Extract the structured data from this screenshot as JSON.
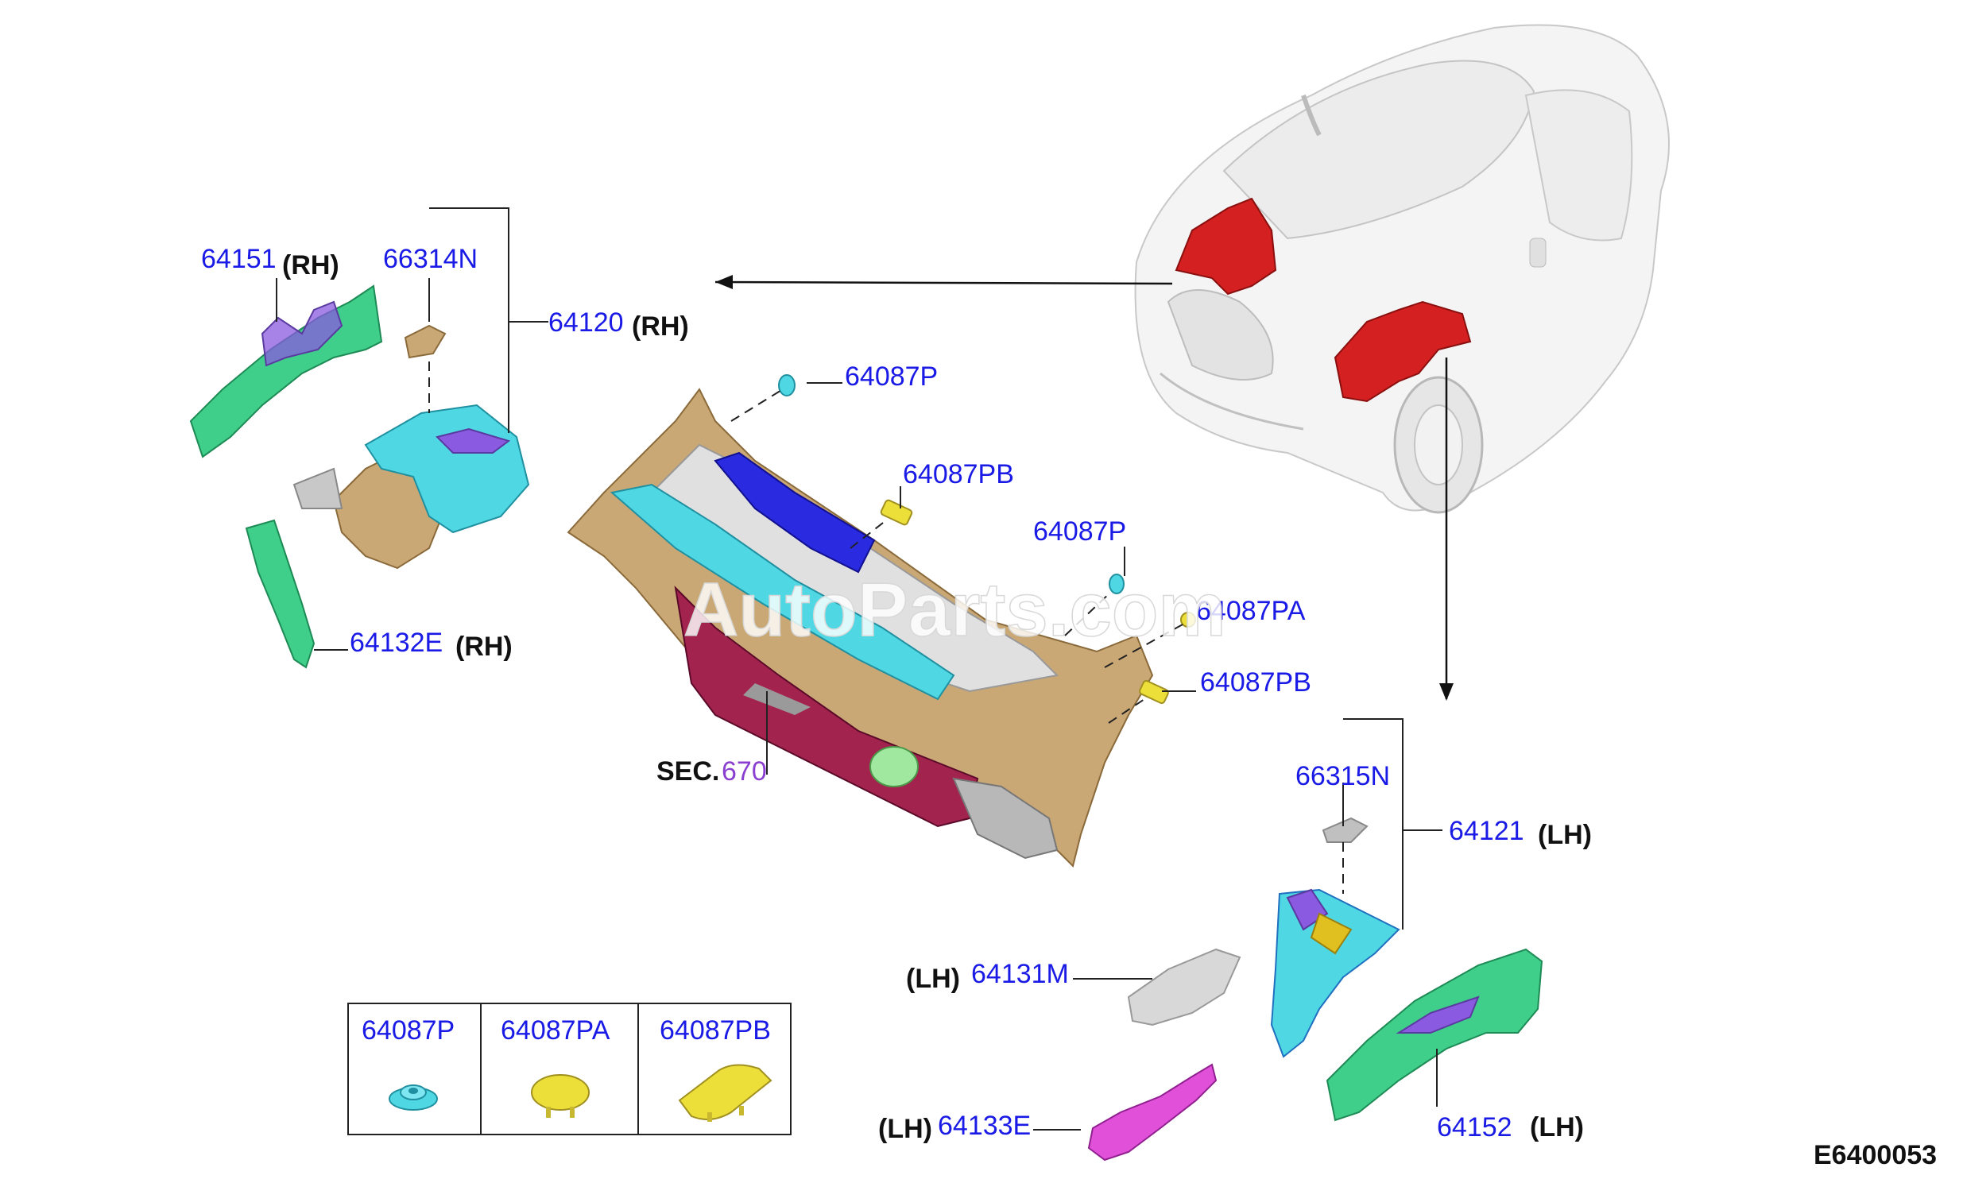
{
  "labels": {
    "p64151": "64151",
    "rh1": "(RH)",
    "p66314n": "66314N",
    "p64120": "64120",
    "rh2": "(RH)",
    "p64132e": "64132E",
    "rh3": "(RH)",
    "p64087p_a": "64087P",
    "p64087pb_a": "64087PB",
    "p64087p_b": "64087P",
    "p64087pa": "64087PA",
    "p64087pb_b": "64087PB",
    "sec_prefix": "SEC.",
    "sec_num": "670",
    "p66315n": "66315N",
    "p64121": "64121",
    "lh1": "(LH)",
    "lh2": "(LH)",
    "p64131m": "64131M",
    "lh3": "(LH)",
    "p64133e": "64133E",
    "p64152": "64152",
    "lh4": "(LH)"
  },
  "legend": {
    "col1": "64087P",
    "col2": "64087PA",
    "col3": "64087PB"
  },
  "watermark": "AutoParts.com",
  "diagram_code": "E6400053",
  "colors": {
    "label": "#1a1ae6",
    "section": "#8a3fd0",
    "highlight_red": "#d42020",
    "cyan": "#4fd8e4",
    "green": "#3fcf8a",
    "tan": "#c9a875",
    "maroon": "#a3234f",
    "blue": "#2a2ae0",
    "purple": "#8a5ae0",
    "magenta": "#e050d8",
    "yellow": "#ecdf3a"
  }
}
